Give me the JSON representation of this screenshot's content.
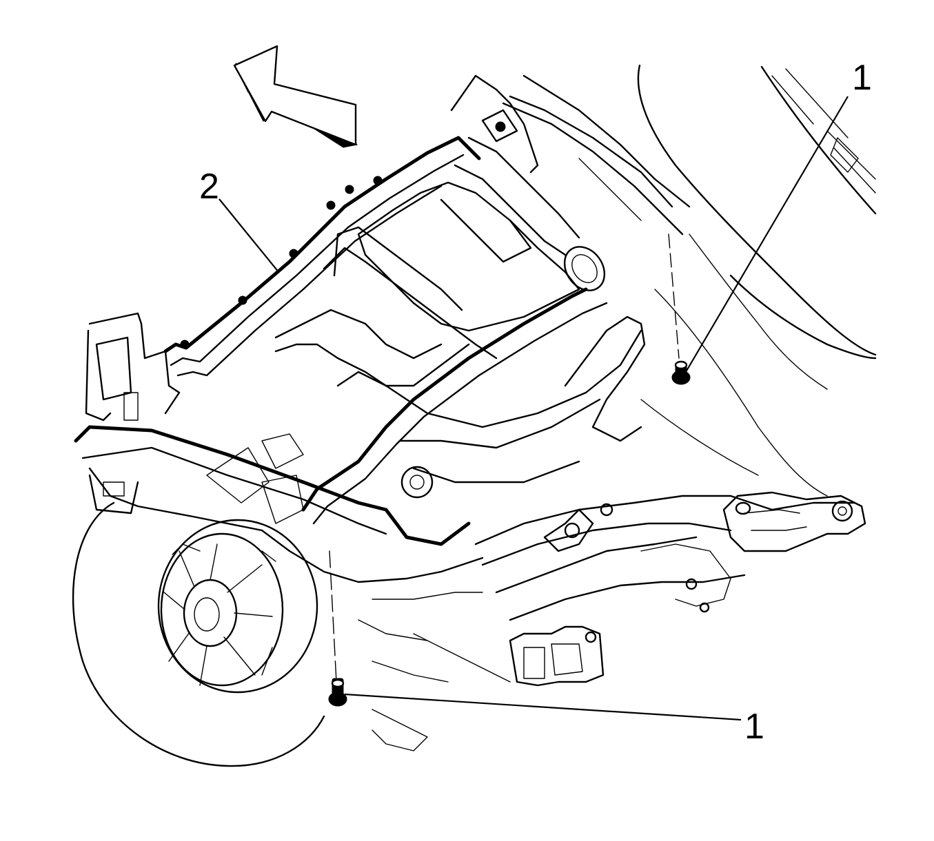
{
  "diagram": {
    "callouts": {
      "fastener_top": "1",
      "fastener_bottom": "1",
      "frame": "2"
    }
  }
}
